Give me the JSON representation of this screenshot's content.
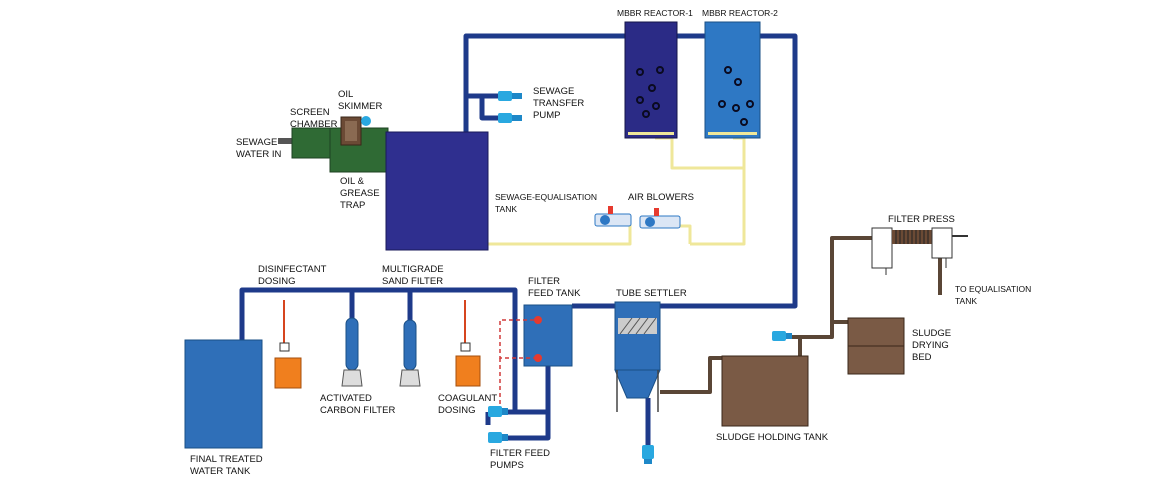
{
  "colors": {
    "pipe_blue": "#1e3a8a",
    "sludge_pipe": "#5a4636",
    "air_line": "#efe79a",
    "dosing_line": "#d6451f",
    "recirculation_dashed": "#d13a3a",
    "equalisation_tank": "#2f2f8f",
    "reactor_1": "#2b2b86",
    "reactor_2": "#2e78c4",
    "oil_grease_trap": "#2f6a34",
    "treated_tank": "#2f6fb8",
    "sludge_tanks": "#7a5a45",
    "dosing_tanks": "#f07f1e"
  },
  "labels": {
    "sewage_water_in": [
      "SEWAGE",
      "WATER IN"
    ],
    "screen_chamber": [
      "SCREEN",
      "CHAMBER"
    ],
    "oil_skimmer": [
      "OIL",
      "SKIMMER"
    ],
    "oil_grease_trap": [
      "OIL &",
      "GREASE",
      "TRAP"
    ],
    "equalisation_tank": [
      "SEWAGE-EQUALISATION",
      "TANK"
    ],
    "sewage_transfer_pump": [
      "SEWAGE",
      "TRANSFER",
      "PUMP"
    ],
    "mbbr_reactor_1": "MBBR REACTOR-1",
    "mbbr_reactor_2": "MBBR REACTOR-2",
    "air_blowers": "AIR BLOWERS",
    "filter_press": "FILTER PRESS",
    "to_equalisation_tank": [
      "TO EQUALISATION",
      "TANK"
    ],
    "sludge_drying_bed": [
      "SLUDGE",
      "DRYING",
      "BED"
    ],
    "tube_settler": "TUBE SETTLER",
    "sludge_holding_tank": "SLUDGE HOLDING TANK",
    "filter_feed_tank": [
      "FILTER",
      "FEED TANK"
    ],
    "filter_feed_pumps": [
      "FILTER FEED",
      "PUMPS"
    ],
    "coagulant_dosing": [
      "COAGULANT",
      "DOSING"
    ],
    "activated_carbon_filter": [
      "ACTIVATED",
      "CARBON FILTER"
    ],
    "multigrade_sand_filter": [
      "MULTIGRADE",
      "SAND FILTER"
    ],
    "disinfectant_dosing": [
      "DISINFECTANT",
      "DOSING"
    ],
    "final_treated_water_tank": [
      "FINAL TREATED",
      "WATER TANK"
    ]
  }
}
